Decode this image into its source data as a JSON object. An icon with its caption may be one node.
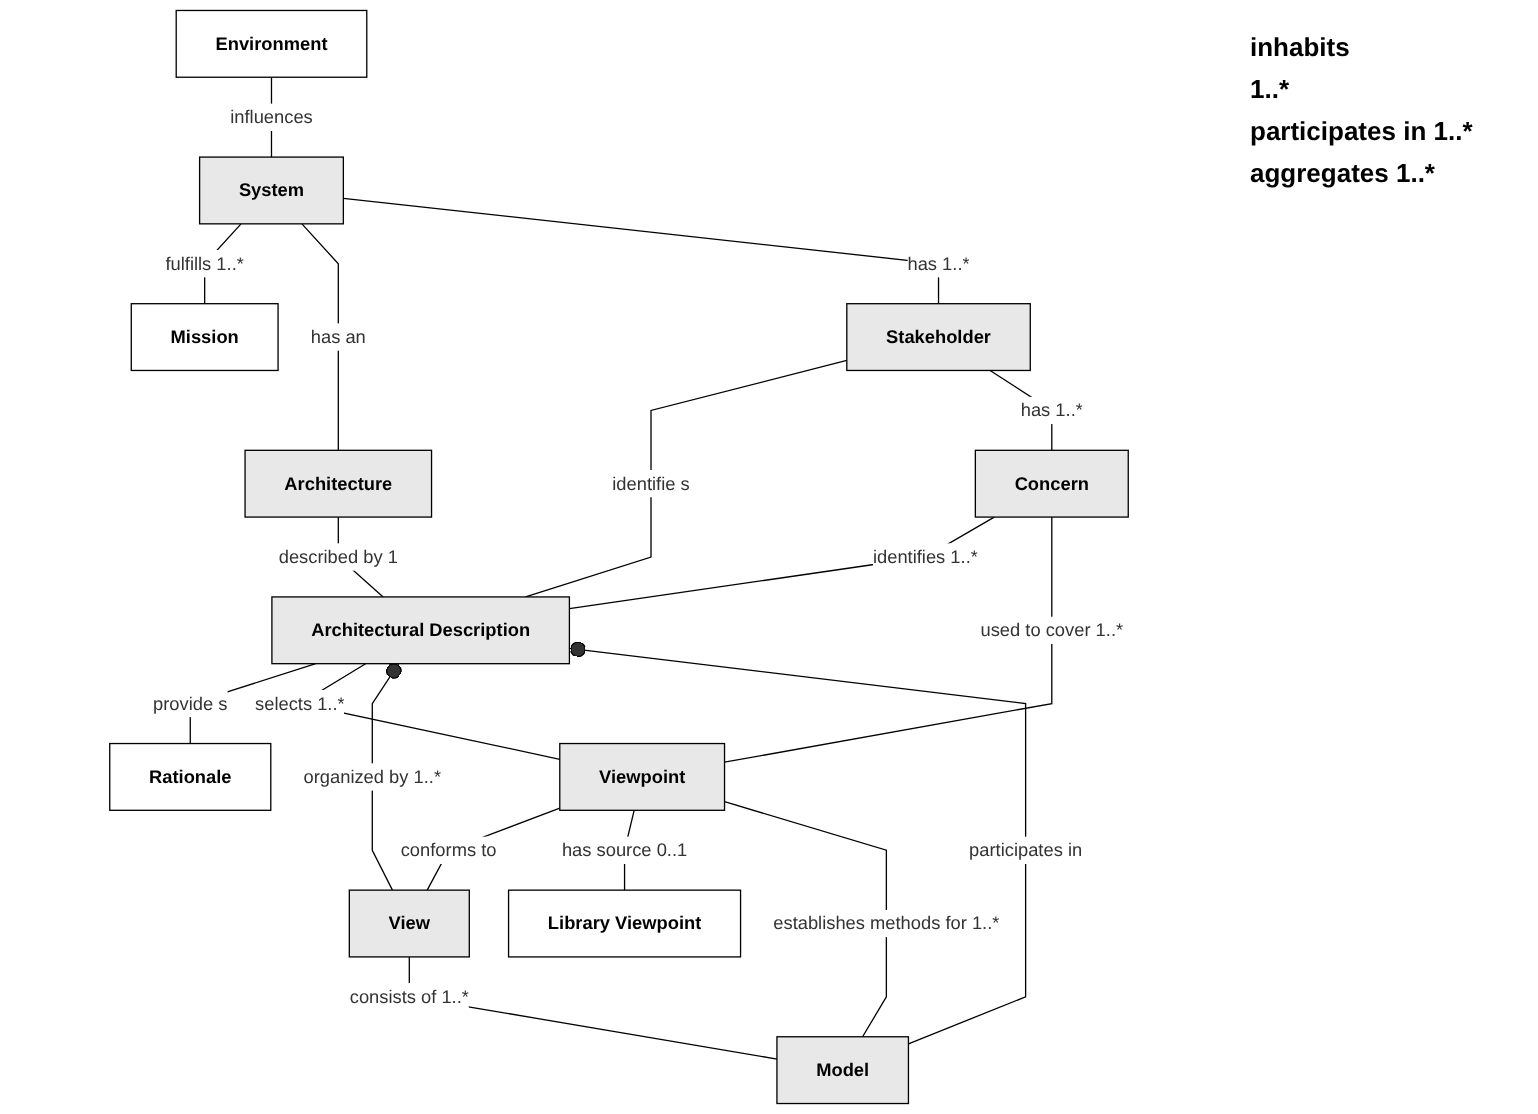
{
  "diagram": {
    "nodes": [
      {
        "text": [
          "Mission"
        ]
      },
      {
        "text": [
          "Environment"
        ]
      },
      {
        "text": [
          "System"
        ]
      },
      {
        "text": [
          "Architecture"
        ]
      },
      {
        "text": [
          "Stakeholder"
        ]
      },
      {
        "text": [
          "Architectural Description"
        ]
      },
      {
        "text": [
          "Rationale"
        ]
      },
      {
        "text": [
          "Concern"
        ]
      },
      {
        "text": [
          "Viewpoint"
        ]
      },
      {
        "text": [
          "View"
        ]
      },
      {
        "text": [
          "Library Viewpoint"
        ]
      },
      {
        "text": [
          "Model"
        ]
      }
    ],
    "edges": [
      {
        "from": 2,
        "to": 0,
        "arrow": "none",
        "label": "fulfills 1..*"
      },
      {
        "from": 1,
        "to": 2,
        "arrow": "none",
        "label": "influences"
      },
      {
        "from": 2,
        "to": 3,
        "arrow": "none",
        "label": "has an"
      },
      {
        "from": 2,
        "to": 4,
        "arrow": "none",
        "label": "has 1..*"
      },
      {
        "from": 3,
        "to": 5,
        "arrow": "none",
        "label": "described by 1"
      },
      {
        "from": 4,
        "to": 5,
        "arrow": "none",
        "label": "identifie s"
      },
      {
        "from": 4,
        "to": 7,
        "arrow": "none",
        "label": "has 1..*"
      },
      {
        "from": 5,
        "to": 6,
        "arrow": "none",
        "label": "provide s"
      },
      {
        "from": 7,
        "to": 5,
        "arrow": "none",
        "label": "identifies 1..*"
      },
      {
        "from": 7,
        "to": 8,
        "arrow": "none",
        "label": "used to cover 1..*"
      },
      {
        "from": 5,
        "to": 8,
        "arrow": "none",
        "label": "selects 1..*"
      },
      {
        "from": 5,
        "to": 9,
        "arrow": "other",
        "label": "organized by 1..*"
      },
      {
        "from": 5,
        "to": 11,
        "arrow": "other",
        "label": "participates in"
      },
      {
        "from": 8,
        "to": 9,
        "arrow": "none",
        "label": "conforms to"
      },
      {
        "from": 8,
        "to": 10,
        "arrow": "none",
        "label": "has source 0..1"
      },
      {
        "from": 8,
        "to": 11,
        "arrow": "none",
        "label": "establishes methods for 1..*"
      },
      {
        "from": 9,
        "to": 11,
        "arrow": "none",
        "label": "consists of 1..*"
      }
    ],
    "labels": [
      "inhabits",
      "1..*",
      "participates in 1..*",
      "aggregates 1..*"
    ]
  }
}
